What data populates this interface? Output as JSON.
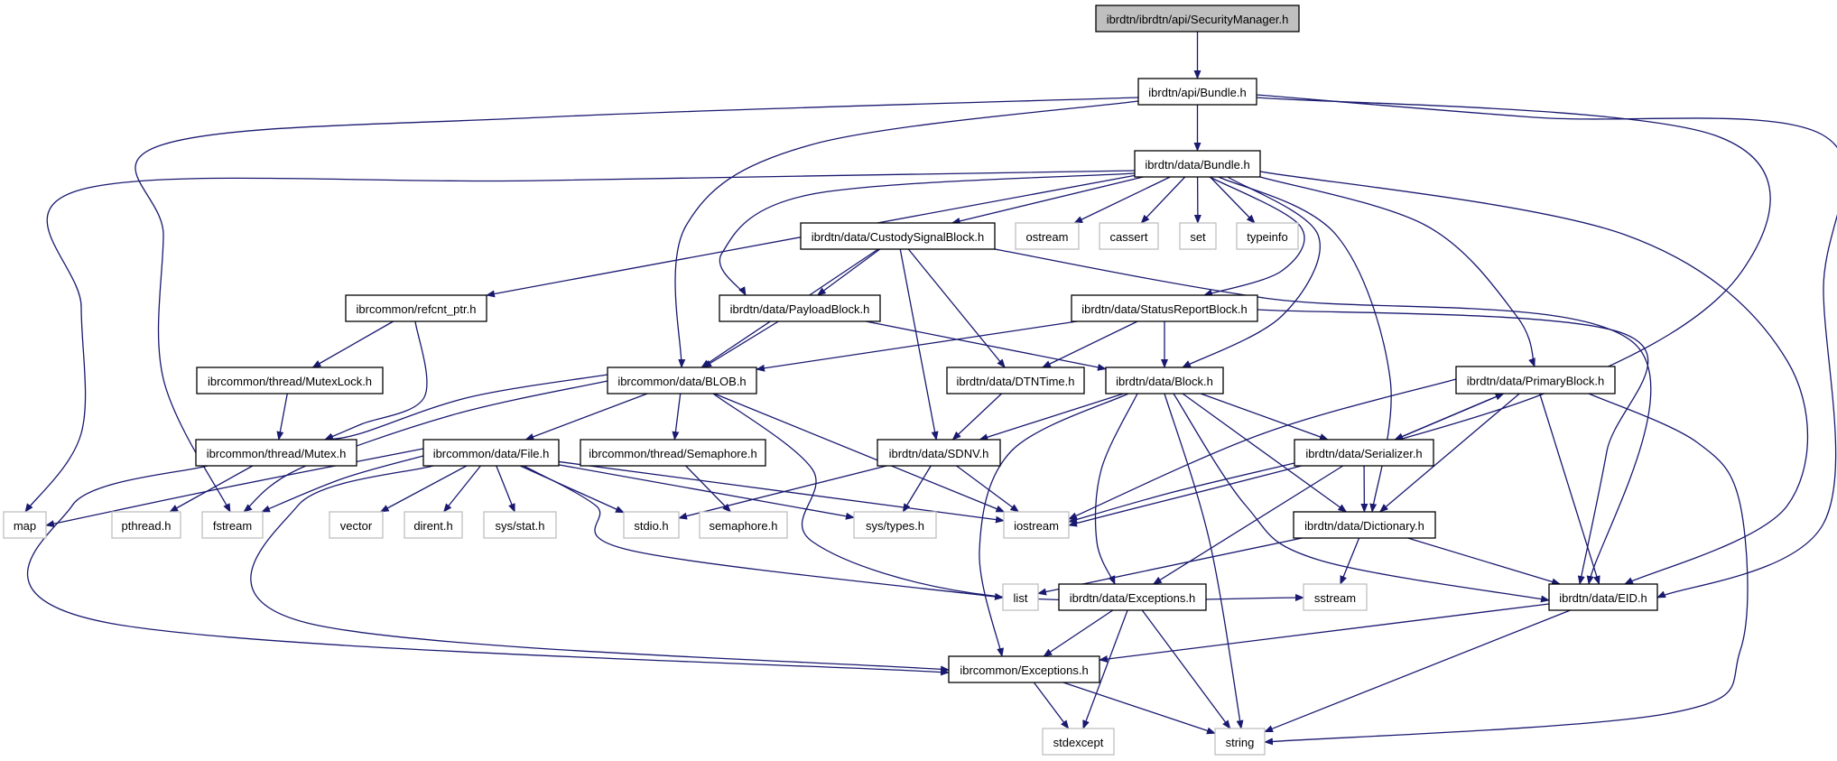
{
  "title": "ibrdtn/ibrdtn/api/SecurityManager.h",
  "colors": {
    "edge": "#191970",
    "root_fill": "#bfbfbf",
    "node_fill": "#ffffff",
    "node_border": "#000000",
    "external_border": "#bfbfbf"
  },
  "nodes": [
    {
      "id": "root",
      "label": "ibrdtn/ibrdtn/api/SecurityManager.h",
      "kind": "root"
    },
    {
      "id": "api_bundle",
      "label": "ibrdtn/api/Bundle.h",
      "kind": "file"
    },
    {
      "id": "data_bundle",
      "label": "ibrdtn/data/Bundle.h",
      "kind": "file"
    },
    {
      "id": "custody",
      "label": "ibrdtn/data/CustodySignalBlock.h",
      "kind": "file"
    },
    {
      "id": "ostream",
      "label": "ostream",
      "kind": "external"
    },
    {
      "id": "cassert",
      "label": "cassert",
      "kind": "external"
    },
    {
      "id": "set",
      "label": "set",
      "kind": "external"
    },
    {
      "id": "typeinfo",
      "label": "typeinfo",
      "kind": "external"
    },
    {
      "id": "refcnt",
      "label": "ibrcommon/refcnt_ptr.h",
      "kind": "file"
    },
    {
      "id": "payload",
      "label": "ibrdtn/data/PayloadBlock.h",
      "kind": "file"
    },
    {
      "id": "statusreport",
      "label": "ibrdtn/data/StatusReportBlock.h",
      "kind": "file"
    },
    {
      "id": "mutexlock",
      "label": "ibrcommon/thread/MutexLock.h",
      "kind": "file"
    },
    {
      "id": "blob",
      "label": "ibrcommon/data/BLOB.h",
      "kind": "file"
    },
    {
      "id": "dtntime",
      "label": "ibrdtn/data/DTNTime.h",
      "kind": "file"
    },
    {
      "id": "block",
      "label": "ibrdtn/data/Block.h",
      "kind": "file"
    },
    {
      "id": "primary",
      "label": "ibrdtn/data/PrimaryBlock.h",
      "kind": "file"
    },
    {
      "id": "mutex",
      "label": "ibrcommon/thread/Mutex.h",
      "kind": "file"
    },
    {
      "id": "file",
      "label": "ibrcommon/data/File.h",
      "kind": "file"
    },
    {
      "id": "semaphore_h",
      "label": "ibrcommon/thread/Semaphore.h",
      "kind": "file"
    },
    {
      "id": "sdnv",
      "label": "ibrdtn/data/SDNV.h",
      "kind": "file"
    },
    {
      "id": "serializer",
      "label": "ibrdtn/data/Serializer.h",
      "kind": "file"
    },
    {
      "id": "map",
      "label": "map",
      "kind": "external"
    },
    {
      "id": "pthread",
      "label": "pthread.h",
      "kind": "external"
    },
    {
      "id": "fstream",
      "label": "fstream",
      "kind": "external"
    },
    {
      "id": "vector",
      "label": "vector",
      "kind": "external"
    },
    {
      "id": "dirent",
      "label": "dirent.h",
      "kind": "external"
    },
    {
      "id": "sysstat",
      "label": "sys/stat.h",
      "kind": "external"
    },
    {
      "id": "stdio",
      "label": "stdio.h",
      "kind": "external"
    },
    {
      "id": "semaphore_sys",
      "label": "semaphore.h",
      "kind": "external"
    },
    {
      "id": "systypes",
      "label": "sys/types.h",
      "kind": "external"
    },
    {
      "id": "iostream",
      "label": "iostream",
      "kind": "external"
    },
    {
      "id": "dictionary",
      "label": "ibrdtn/data/Dictionary.h",
      "kind": "file"
    },
    {
      "id": "list",
      "label": "list",
      "kind": "external"
    },
    {
      "id": "data_exceptions",
      "label": "ibrdtn/data/Exceptions.h",
      "kind": "file"
    },
    {
      "id": "sstream",
      "label": "sstream",
      "kind": "external"
    },
    {
      "id": "eid",
      "label": "ibrdtn/data/EID.h",
      "kind": "file"
    },
    {
      "id": "common_exceptions",
      "label": "ibrcommon/Exceptions.h",
      "kind": "file"
    },
    {
      "id": "stdexcept",
      "label": "stdexcept",
      "kind": "external"
    },
    {
      "id": "string",
      "label": "string",
      "kind": "external"
    }
  ],
  "edges": [
    [
      "root",
      "api_bundle"
    ],
    [
      "api_bundle",
      "data_bundle"
    ],
    [
      "api_bundle",
      "fstream"
    ],
    [
      "api_bundle",
      "blob"
    ],
    [
      "api_bundle",
      "iostream"
    ],
    [
      "api_bundle",
      "eid"
    ],
    [
      "data_bundle",
      "map"
    ],
    [
      "data_bundle",
      "refcnt"
    ],
    [
      "data_bundle",
      "payload"
    ],
    [
      "data_bundle",
      "custody"
    ],
    [
      "data_bundle",
      "ostream"
    ],
    [
      "data_bundle",
      "cassert"
    ],
    [
      "data_bundle",
      "set"
    ],
    [
      "data_bundle",
      "typeinfo"
    ],
    [
      "data_bundle",
      "statusreport"
    ],
    [
      "data_bundle",
      "block"
    ],
    [
      "data_bundle",
      "dictionary"
    ],
    [
      "data_bundle",
      "primary"
    ],
    [
      "data_bundle",
      "eid"
    ],
    [
      "custody",
      "payload"
    ],
    [
      "custody",
      "blob"
    ],
    [
      "custody",
      "dtntime"
    ],
    [
      "custody",
      "sdnv"
    ],
    [
      "custody",
      "eid"
    ],
    [
      "refcnt",
      "mutexlock"
    ],
    [
      "refcnt",
      "mutex"
    ],
    [
      "payload",
      "blob"
    ],
    [
      "payload",
      "block"
    ],
    [
      "statusreport",
      "blob"
    ],
    [
      "statusreport",
      "dtntime"
    ],
    [
      "statusreport",
      "block"
    ],
    [
      "statusreport",
      "eid"
    ],
    [
      "mutexlock",
      "mutex"
    ],
    [
      "blob",
      "mutex"
    ],
    [
      "blob",
      "file"
    ],
    [
      "blob",
      "semaphore_h"
    ],
    [
      "blob",
      "fstream"
    ],
    [
      "blob",
      "iostream"
    ],
    [
      "blob",
      "sstream"
    ],
    [
      "dtntime",
      "sdnv"
    ],
    [
      "block",
      "sdnv"
    ],
    [
      "block",
      "serializer"
    ],
    [
      "block",
      "dictionary"
    ],
    [
      "block",
      "data_exceptions"
    ],
    [
      "block",
      "common_exceptions"
    ],
    [
      "block",
      "eid"
    ],
    [
      "block",
      "string"
    ],
    [
      "primary",
      "serializer"
    ],
    [
      "primary",
      "dictionary"
    ],
    [
      "primary",
      "eid"
    ],
    [
      "primary",
      "iostream"
    ],
    [
      "primary",
      "string"
    ],
    [
      "serializer",
      "primary"
    ],
    [
      "serializer",
      "dictionary"
    ],
    [
      "serializer",
      "data_exceptions"
    ],
    [
      "serializer",
      "iostream"
    ],
    [
      "mutex",
      "pthread"
    ],
    [
      "mutex",
      "common_exceptions"
    ],
    [
      "file",
      "map"
    ],
    [
      "file",
      "fstream"
    ],
    [
      "file",
      "vector"
    ],
    [
      "file",
      "dirent"
    ],
    [
      "file",
      "sysstat"
    ],
    [
      "file",
      "stdio"
    ],
    [
      "file",
      "systypes"
    ],
    [
      "file",
      "iostream"
    ],
    [
      "file",
      "list"
    ],
    [
      "file",
      "common_exceptions"
    ],
    [
      "semaphore_h",
      "semaphore_sys"
    ],
    [
      "sdnv",
      "stdio"
    ],
    [
      "sdnv",
      "systypes"
    ],
    [
      "sdnv",
      "iostream"
    ],
    [
      "dictionary",
      "list"
    ],
    [
      "dictionary",
      "sstream"
    ],
    [
      "dictionary",
      "eid"
    ],
    [
      "data_exceptions",
      "common_exceptions"
    ],
    [
      "data_exceptions",
      "stdexcept"
    ],
    [
      "data_exceptions",
      "string"
    ],
    [
      "eid",
      "common_exceptions"
    ],
    [
      "eid",
      "string"
    ],
    [
      "common_exceptions",
      "stdexcept"
    ],
    [
      "common_exceptions",
      "string"
    ]
  ]
}
